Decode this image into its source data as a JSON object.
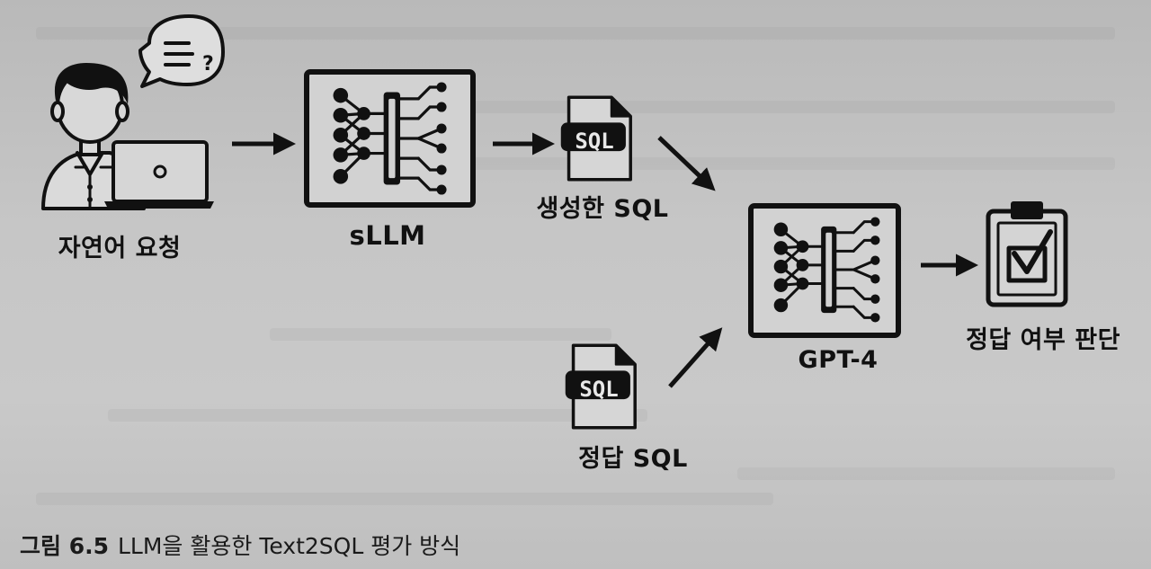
{
  "figure": {
    "caption_number": "그림 6.5",
    "caption_text": "LLM을 활용한 Text2SQL 평가 방식"
  },
  "nodes": {
    "user": {
      "label": "자연어 요청",
      "bubble_icon": "question-speech-bubble-icon"
    },
    "sllm": {
      "label": "sLLM",
      "icon": "neural-network-icon"
    },
    "generated_sql": {
      "label": "생성한 SQL",
      "file_badge": "SQL",
      "icon": "sql-file-icon"
    },
    "answer_sql": {
      "label": "정답 SQL",
      "file_badge": "SQL",
      "icon": "sql-file-icon"
    },
    "gpt4": {
      "label": "GPT-4",
      "icon": "neural-network-icon"
    },
    "judgement": {
      "label": "정답 여부 판단",
      "icon": "clipboard-check-icon"
    }
  },
  "colors": {
    "ink": "#111111",
    "paper": "#c6c6c6",
    "box_fill": "#d2d2d2"
  }
}
